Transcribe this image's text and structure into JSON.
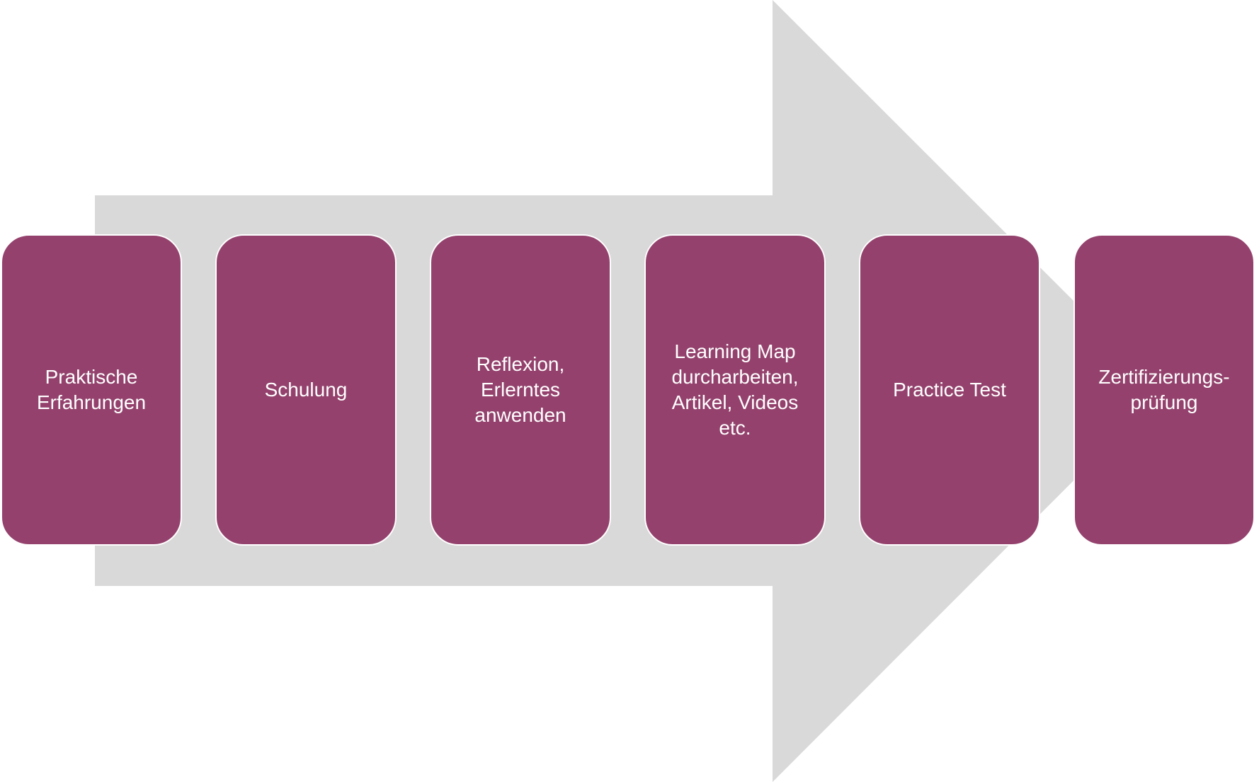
{
  "colors": {
    "arrow": "#d9d9d9",
    "box": "#94426d",
    "box_border": "#ffffff",
    "text": "#ffffff"
  },
  "steps": [
    {
      "label": "Praktische\nErfahrungen"
    },
    {
      "label": "Schulung"
    },
    {
      "label": "Reflexion,\nErlerntes\nanwenden"
    },
    {
      "label": "Learning Map\ndurcharbeiten,\nArtikel, Videos\netc."
    },
    {
      "label": "Practice Test"
    },
    {
      "label": "Zertifizierungs-\nprüfung"
    }
  ]
}
